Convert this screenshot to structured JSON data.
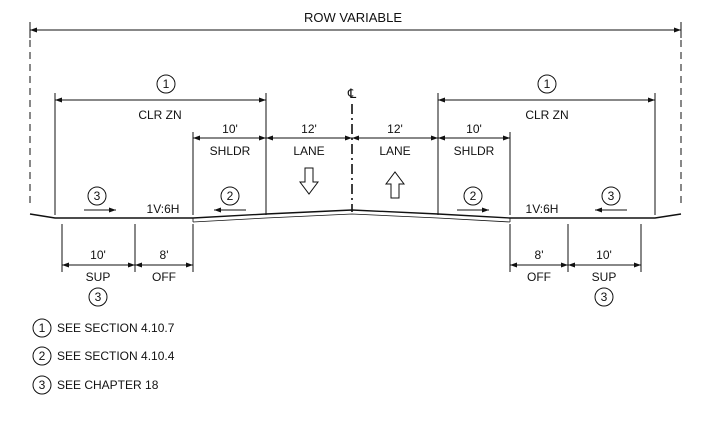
{
  "row_label": "ROW VARIABLE",
  "centerline_symbol": "℄",
  "clear_zone_label": "CLR ZN",
  "note_refs": {
    "one": "1",
    "two": "2",
    "three": "3"
  },
  "widths": {
    "shoulder": "10'",
    "lane": "12'",
    "offset": "8'",
    "sup": "10'"
  },
  "labels": {
    "shoulder": "SHLDR",
    "lane": "LANE",
    "offset": "OFF",
    "sup": "SUP",
    "slope": "1V:6H"
  },
  "notes": [
    {
      "num": "1",
      "text": "SEE SECTION 4.10.7"
    },
    {
      "num": "2",
      "text": "SEE SECTION 4.10.4"
    },
    {
      "num": "3",
      "text": "SEE CHAPTER 18"
    }
  ]
}
